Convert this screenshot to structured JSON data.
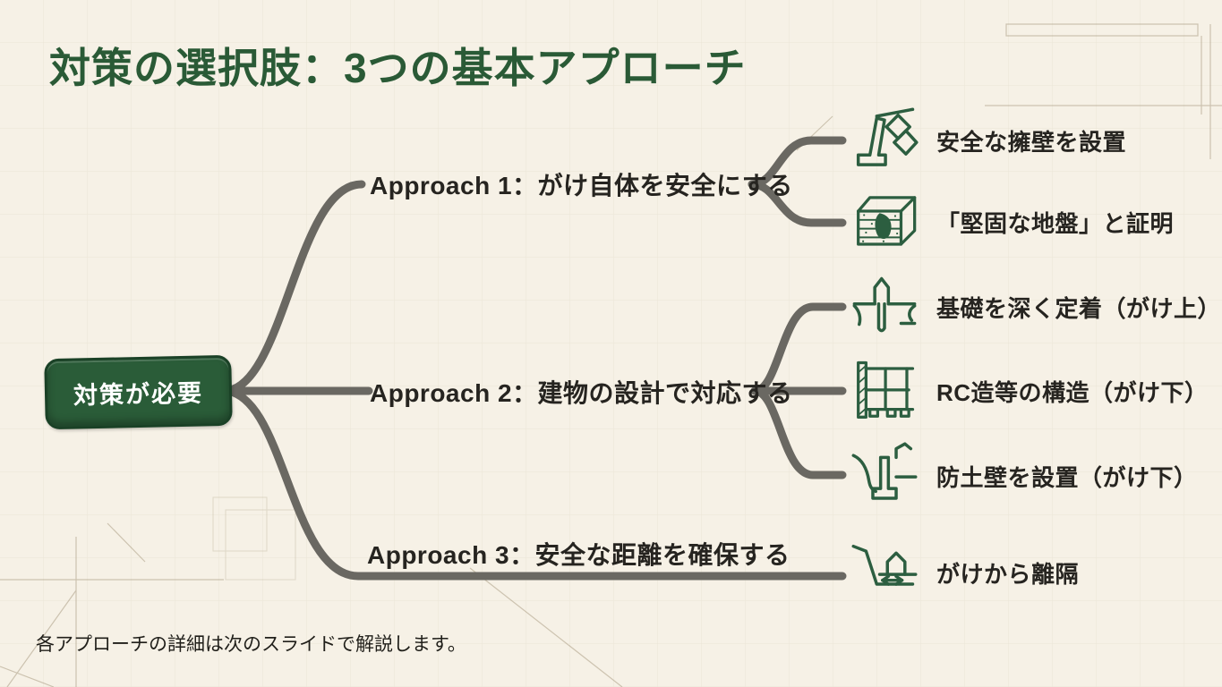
{
  "colors": {
    "background": "#f6f1e6",
    "title_green": "#2a5a36",
    "root_fill": "#2a5c38",
    "root_border": "#1a4126",
    "root_text": "#ffffff",
    "branch_gray": "#6a6862",
    "label_text": "#262420",
    "icon_stroke": "#2c5e40"
  },
  "slide": {
    "title": "対策の選択肢：3つの基本アプローチ",
    "footer": "各アプローチの詳細は次のスライドで解説します。",
    "root_label": "対策が必要",
    "approaches": [
      {
        "label": "Approach 1：がけ自体を安全にする",
        "children": [
          {
            "icon": "retaining-wall-icon",
            "label": "安全な擁壁を設置"
          },
          {
            "icon": "solid-ground-icon",
            "label": "「堅固な地盤」と証明"
          }
        ]
      },
      {
        "label": "Approach 2：建物の設計で対応する",
        "children": [
          {
            "icon": "deep-foundation-icon",
            "label": "基礎を深く定着（がけ上）"
          },
          {
            "icon": "rc-structure-icon",
            "label": "RC造等の構造（がけ下）"
          },
          {
            "icon": "soil-barrier-icon",
            "label": "防土壁を設置（がけ下）"
          }
        ]
      },
      {
        "label": "Approach 3：安全な距離を確保する",
        "children": [
          {
            "icon": "distance-from-cliff-icon",
            "label": "がけから離隔"
          }
        ]
      }
    ]
  }
}
